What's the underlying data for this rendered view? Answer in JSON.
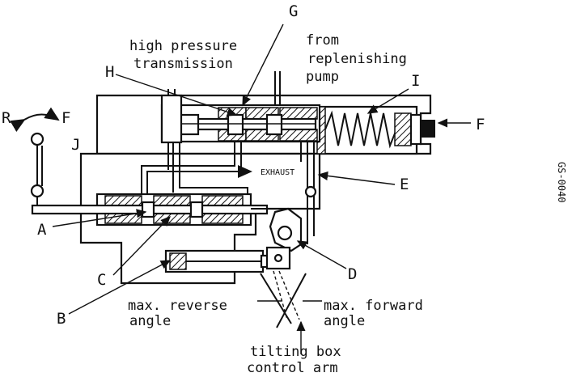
{
  "labels": {
    "high_pressure_line1": "high pressure",
    "high_pressure_line2": "transmission",
    "from_line1": "from",
    "from_line2": "replenishing",
    "from_line3": "pump",
    "exhaust": "EXHAUST",
    "max_reverse_line1": "max. reverse",
    "max_reverse_line2": "angle",
    "max_forward_line1": "max. forward",
    "max_forward_line2": "angle",
    "tilting_line1": "tilting box",
    "tilting_line2": "control arm",
    "ref_code": "GS-0040"
  },
  "letters": {
    "A": "A",
    "B": "B",
    "C": "C",
    "D": "D",
    "E": "E",
    "F_right": "F",
    "G": "G",
    "H": "H",
    "I": "I",
    "J": "J",
    "R": "R",
    "F_left": "F"
  }
}
